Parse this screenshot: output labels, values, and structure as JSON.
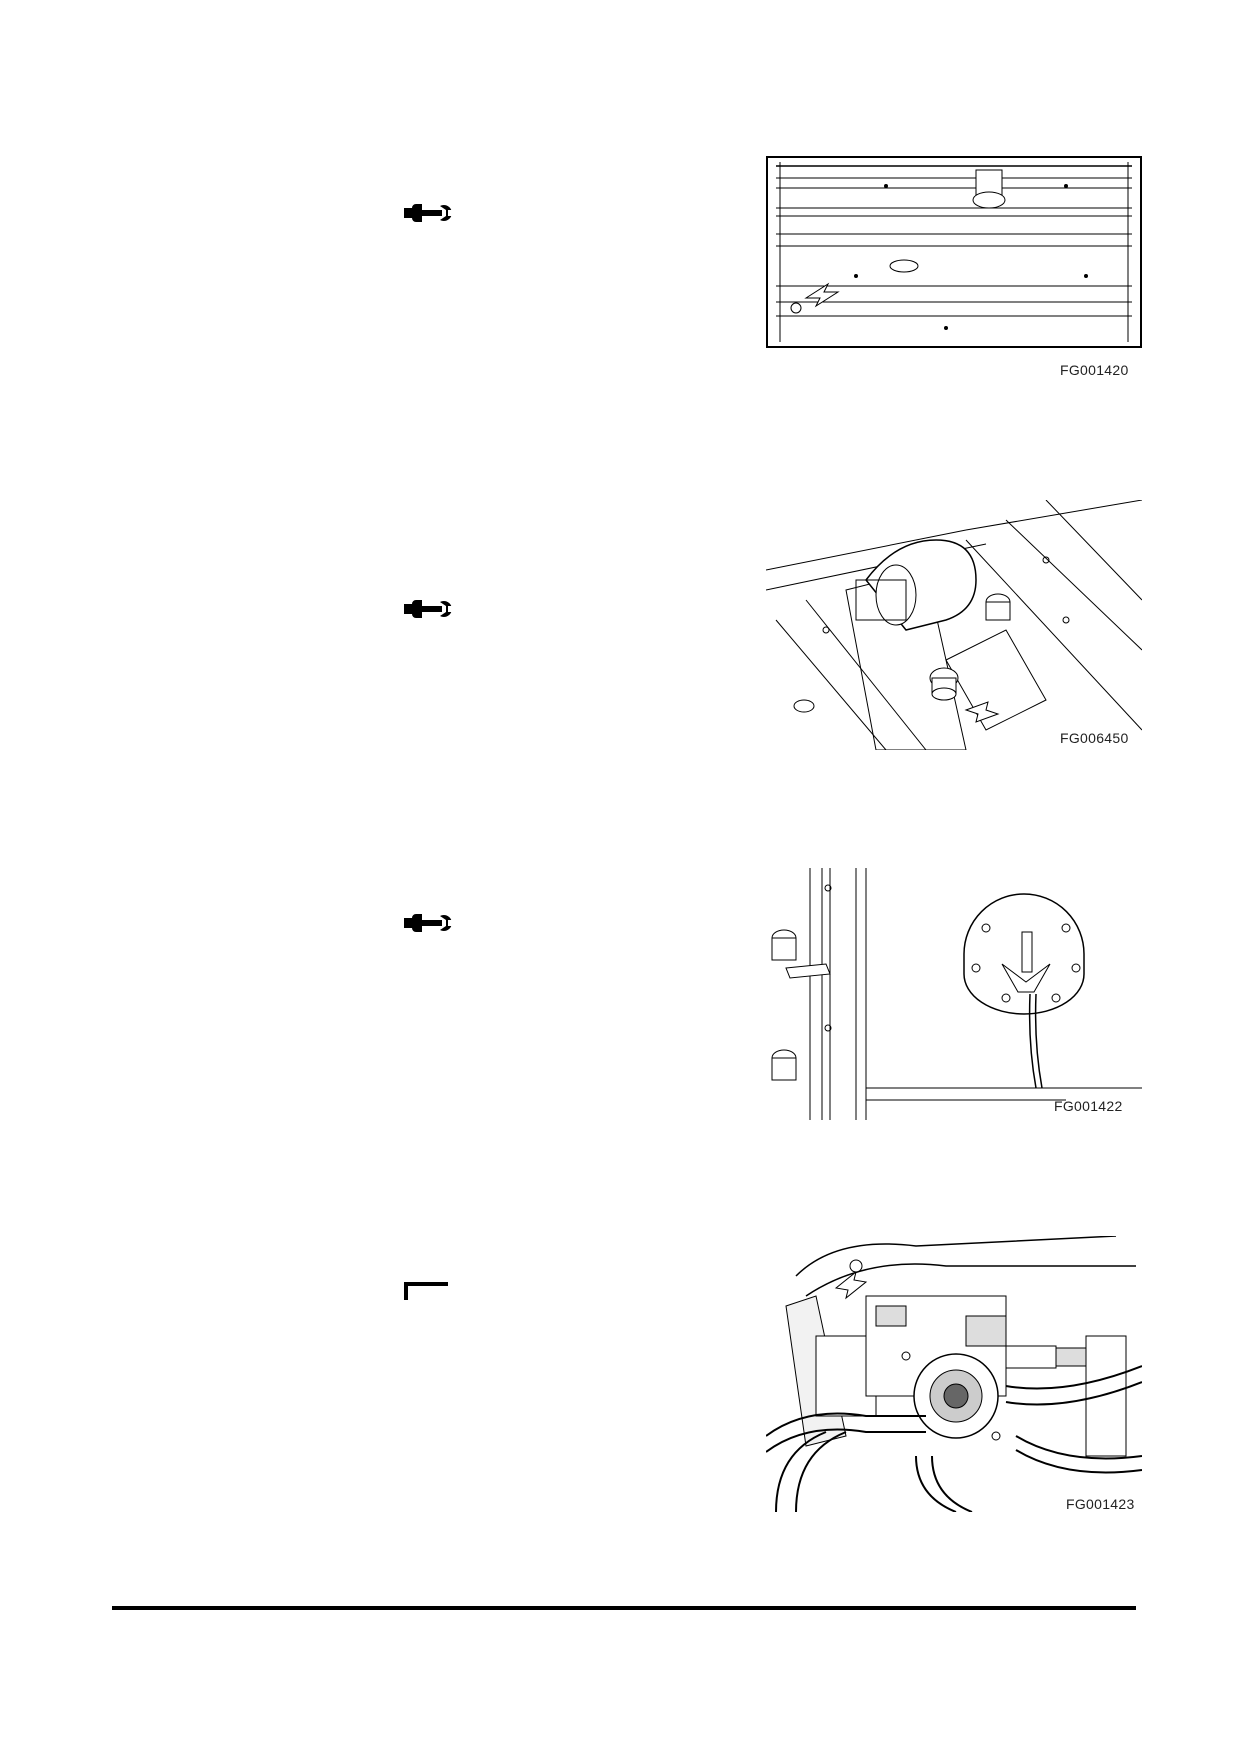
{
  "figures": [
    {
      "id": "fig1",
      "label": "FG001420",
      "icon": "wrench-icon"
    },
    {
      "id": "fig2",
      "label": "FG006450",
      "icon": "wrench-icon"
    },
    {
      "id": "fig3",
      "label": "FG001422",
      "icon": "wrench-icon"
    },
    {
      "id": "fig4",
      "label": "FG001423",
      "icon": "corner-bracket-icon"
    }
  ]
}
